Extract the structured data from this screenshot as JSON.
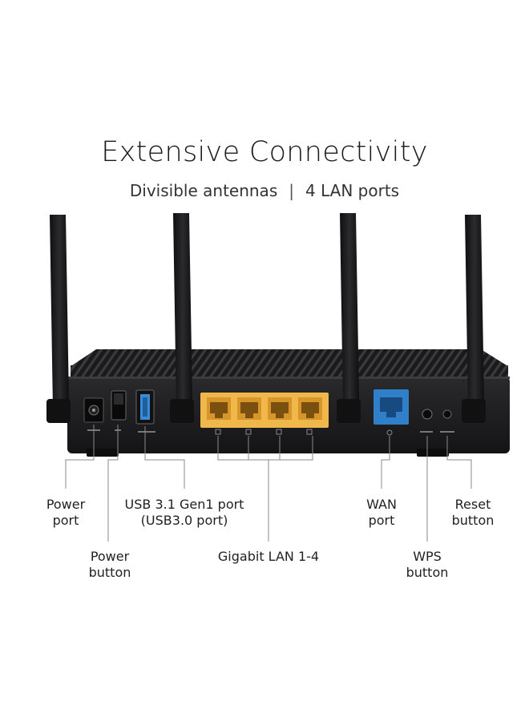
{
  "heading": {
    "title": "Extensive Connectivity",
    "subtitle_left": "Divisible antennas",
    "subtitle_sep": "|",
    "subtitle_right": "4 LAN ports"
  },
  "labels": {
    "power_port": [
      "Power",
      "port"
    ],
    "power_button": [
      "Power",
      "button"
    ],
    "usb_port": [
      "USB 3.1 Gen1 port",
      "(USB3.0 port)"
    ],
    "gigabit_lan": "Gigabit LAN 1-4",
    "wan_port": [
      "WAN",
      "port"
    ],
    "wps_button": [
      "WPS",
      "button"
    ],
    "reset_button": [
      "Reset",
      "button"
    ]
  },
  "colors": {
    "router_body": "#1c1c1e",
    "lan_port": "#e8a93c",
    "wan_port": "#2f7fc9",
    "usb_port": "#3a8ad6",
    "callout_line": "#8a8a8a"
  }
}
